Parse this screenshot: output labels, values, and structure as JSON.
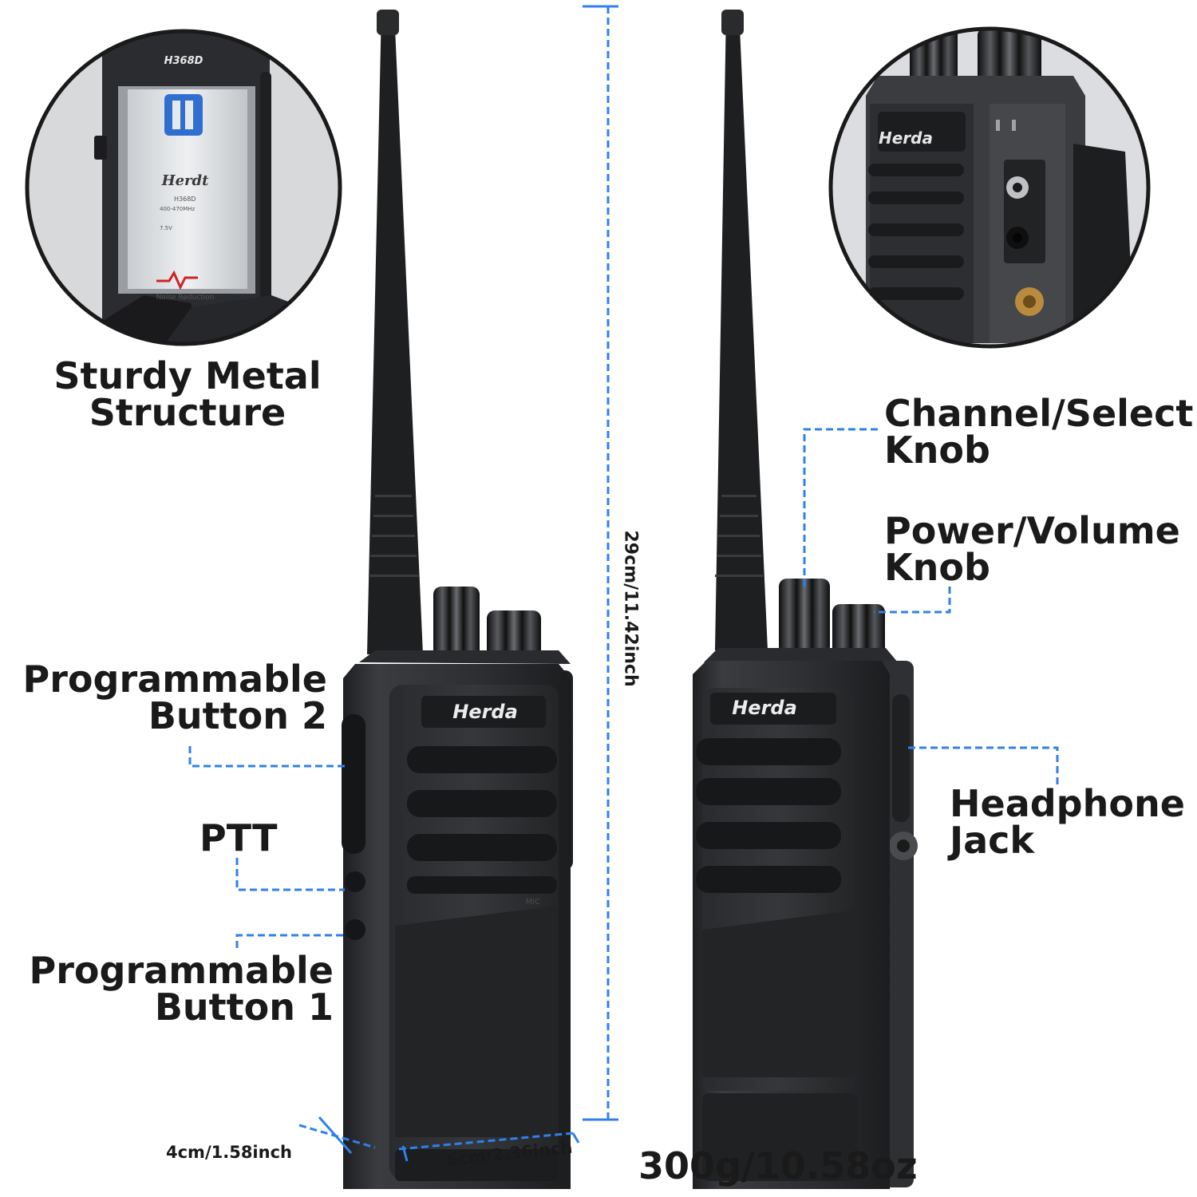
{
  "features": {
    "metal_structure": [
      "Sturdy Metal",
      "Structure"
    ],
    "programmable_button_2": [
      "Programmable",
      "Button 2"
    ],
    "ptt": "PTT",
    "programmable_button_1": [
      "Programmable",
      "Button 1"
    ],
    "channel_knob": [
      "Channel/Select",
      "Knob"
    ],
    "power_knob": [
      "Power/Volume",
      "Knob"
    ],
    "headphone_jack": [
      "Headphone",
      "Jack"
    ]
  },
  "dimensions": {
    "height": "29cm/11.42inch",
    "depth": "4cm/1.58inch",
    "width": "6cm/2.36inch",
    "weight": "300g/10.58oz"
  },
  "brand": {
    "front_logo": "Herda",
    "back_logo": "Herda",
    "inset_logo": "Herda",
    "battery_brand": "Herdt",
    "model": "H368D",
    "battery_model": "H368D",
    "battery_freq": "400-470MHz",
    "battery_voltage": "7.5V",
    "battery_note": "Noise Reduction",
    "mic_label": "MIC"
  },
  "colors": {
    "callout_line": "#2f80ed",
    "body": "#2b2d30",
    "body_dark": "#1b1c1e",
    "text": "#1a1a1a"
  }
}
